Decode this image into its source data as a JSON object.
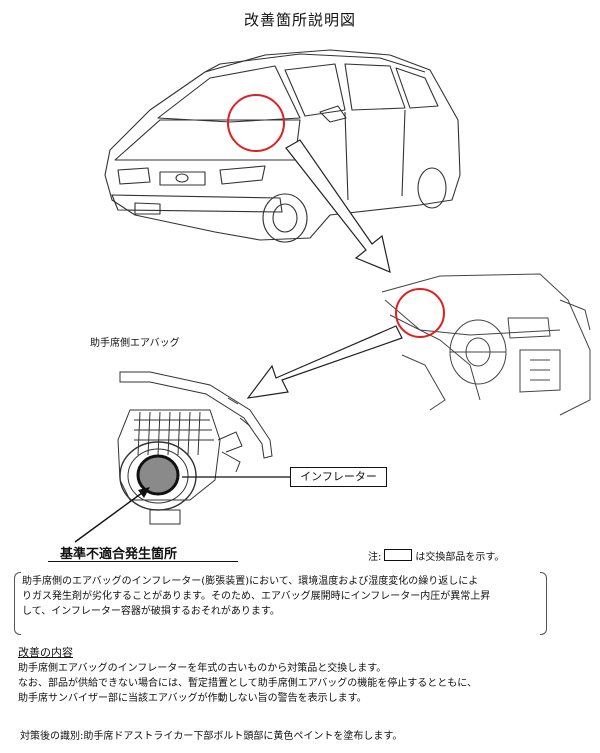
{
  "title": "改善箇所説明図",
  "airbag_label": "助手席側エアバッグ",
  "inflator_label": "インフレーター",
  "defect_label": "基準不適合発生箇所",
  "note": {
    "prefix": "注:",
    "suffix": "は交換部品を示す。"
  },
  "description": [
    "助手席側のエアバッグのインフレーター(膨張装置)において、環境温度および湿度変化の繰り返しによ",
    "りガス発生剤が劣化することがあります。そのため、エアバッグ展開時にインフレーター内圧が異常上昇",
    "して、インフレーター容器が破損するおそれがあります。"
  ],
  "content": {
    "heading": "改善の内容",
    "lines": [
      "助手席側エアバッグのインフレーターを年式の古いものから対策品と交換します。",
      "なお、部品が供給できない場合には、暫定措置として助手席側エアバッグの機能を停止するとともに、",
      "助手席サンバイザー部に当該エアバッグが作動しない旨の警告を表示します。"
    ]
  },
  "footer": "対策後の識別:助手席ドアストライカー下部ボルト頭部に黄色ペイントを塗布します。",
  "colors": {
    "highlight_circle": "#e02020",
    "inflator_fill": "#8a8a8a",
    "line": "#222222"
  }
}
